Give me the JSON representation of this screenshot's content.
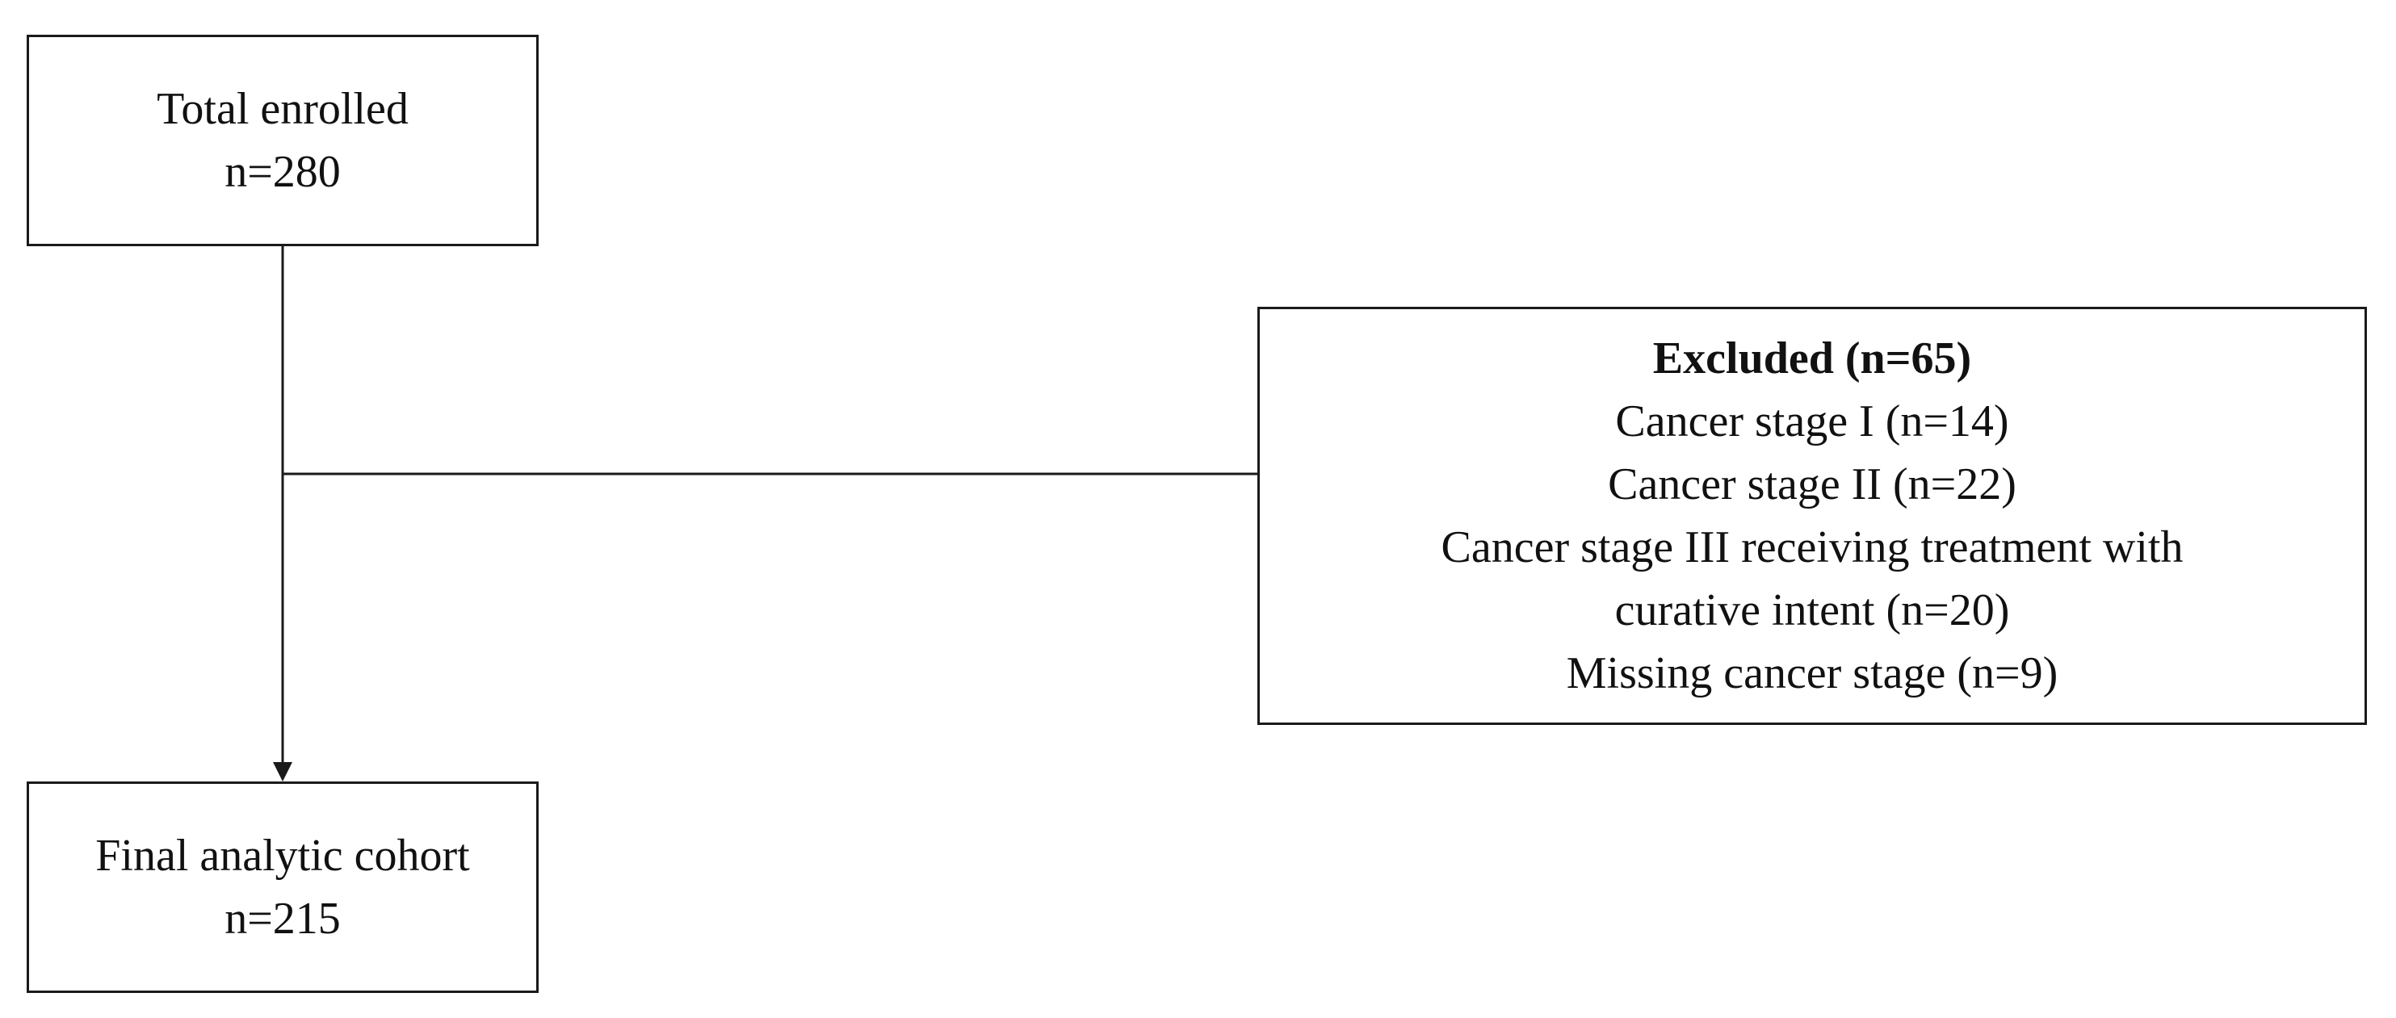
{
  "total_enrolled": {
    "label": "Total enrolled",
    "count": "n=280"
  },
  "final_cohort": {
    "label": "Final analytic cohort",
    "count": "n=215"
  },
  "excluded": {
    "title": "Excluded (n=65)",
    "reasons": [
      "Cancer stage I (n=14)",
      "Cancer stage II (n=22)",
      "Cancer stage III receiving treatment with",
      "curative intent (n=20)",
      "Missing cancer stage (n=9)"
    ]
  }
}
